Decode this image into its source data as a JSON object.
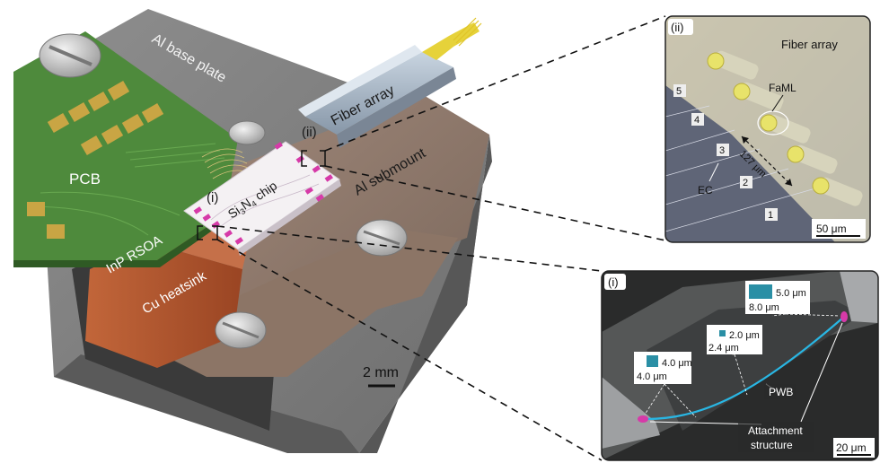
{
  "main_labels": {
    "al_base_plate": "Al base plate",
    "pcb": "PCB",
    "fiber_array": "Fiber array",
    "al_submount": "Al submount",
    "chip_prefix": "Si",
    "chip_sub1": "3",
    "chip_mid": "N",
    "chip_sub2": "4",
    "chip_suffix": " chip",
    "inp_rsoa": "InP RSOA",
    "cu_heatsink": "Cu heatsink",
    "callout_i": "(i)",
    "callout_ii": "(ii)",
    "scale_bar": "2 mm"
  },
  "inset_ii": {
    "panel_label": "(ii)",
    "fiber_array": "Fiber array",
    "faml": "FaML",
    "ec": "EC",
    "pitch": "127 μm",
    "scale_bar": "50 μm",
    "coupler_numbers": [
      "1",
      "2",
      "3",
      "4",
      "5"
    ]
  },
  "inset_i": {
    "panel_label": "(i)",
    "spot_right_w": "5.0 μm",
    "spot_right_h": "8.0 μm",
    "spot_mid_w": "2.0 μm",
    "spot_mid_h": "2.4 μm",
    "spot_left_w": "4.0 μm",
    "spot_left_h": "4.0 μm",
    "pwb": "PWB",
    "attachment_line1": "Attachment",
    "attachment_line2": "structure",
    "scale_bar": "20 μm"
  },
  "colors": {
    "pcb_green": "#4e8a3c",
    "gold_pad": "#c9a544",
    "magenta_pad": "#d63aa8",
    "copper": "#b5572c",
    "pwb_cyan": "#29b6e3",
    "spot_teal": "#2a8fa5",
    "inset_ii_bg": "#b9b8aa",
    "inset_i_bg": "#2a2b2b"
  }
}
